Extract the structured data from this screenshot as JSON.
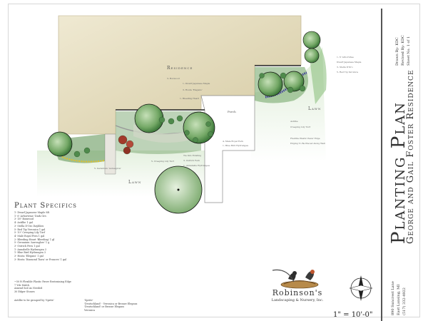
{
  "title": "Planting Plan",
  "subtitle": "George and Gail Foster Residence",
  "designer": {
    "drawn_by": "Drawn By: KDC",
    "revised_by": "Revised By: KDC",
    "sheet": "Sheet No. 1 of 1"
  },
  "address": {
    "line1": "890 Suncrest Lane",
    "line2": "East Lansing, MI",
    "line3": "(517) 332-4922"
  },
  "labels": {
    "residence": "Residence",
    "lawn_left": "Lawn",
    "lawn_right": "Lawn",
    "porch": "Porch"
  },
  "plant_specifics": {
    "title": "Plant Specifics",
    "items": [
      "1- Dwarf Japanese Maple 8ft",
      "1- 6' Arborvitae 'Dark Gre.",
      "3- 18\" Boxwood",
      "4- Astilbe 1 gal",
      "3- Stella D'Oro Daylilies",
      "5- Red Tip Veronica 1 gal",
      "5- 10\" Creeping Lily Turf",
      "4- Male Royal Fern 1 gal",
      "2- Bleeding Heart 'Bleeding' 1 gl",
      "5- Geranium 'Aureaglow' 1 g",
      "3- Ostrich Fern 1 gal",
      "1- Annabelle Hydrangea 3",
      "1- Blue Bird Hydrangea 3",
      "3- Hosta 'Elegans' 1 gal",
      "3- Hosta 'Diamond Tiara' or Frances' 1 gal"
    ]
  },
  "notes": [
    "~50 ft Flexible Plastic Paver Restraining Edge",
    "7 Yds Mulch",
    "Amend Soil As Needed",
    "30 Edger Stones"
  ],
  "grouping": {
    "intro": "Astilbe to be grouped by 'Sprite'",
    "items": [
      "'Sprite'",
      "'Deutschland' - Veronica or Bronze Elegans",
      "'Deutschland' or Bronze Elegans",
      "Veronica"
    ]
  },
  "callouts": {
    "c1": "3- Boxwood",
    "c2": "1- Dwarf Japanese Maple",
    "c3": "3- Hosta 'Elegans'",
    "c4": "1- Bleeding Heart",
    "c5": "5- Creeping Lily Turf",
    "c6": "Tie Into Existing",
    "c7": "3- Ostrich Fern",
    "c8": "1- Annabelle Hydrangea",
    "c9": "5- Geranium 'Aureaglow'",
    "c10": "4- Male Royal Fern",
    "c11": "1- Blue Bird Hydrangea",
    "c12": "1- 6' Arborvitae",
    "c13": "Dwarf Japanese Maple",
    "c14": "3- Stella D'Oro",
    "c15": "5- Red Tip Veronica",
    "c16": "Astilbe",
    "c17": "Creeping Lily Turf",
    "c18": "Flexible Plastic Paver Edge",
    "c19": "Edging To Be Placed Along Wall"
  },
  "logo": {
    "name": "Robinson's",
    "sub": "Landscaping & Nursery, Inc."
  },
  "scale": "1\" = 10'-0\"",
  "colors": {
    "house": "#dcd3b4",
    "lawn": "#cfe3c7",
    "tree_dark": "#4f8a4c",
    "tree_light": "#9fc793",
    "bed_flowers": "#3e3c9a",
    "accent_red": "#a23a2a",
    "yellow": "#e2c22a"
  }
}
